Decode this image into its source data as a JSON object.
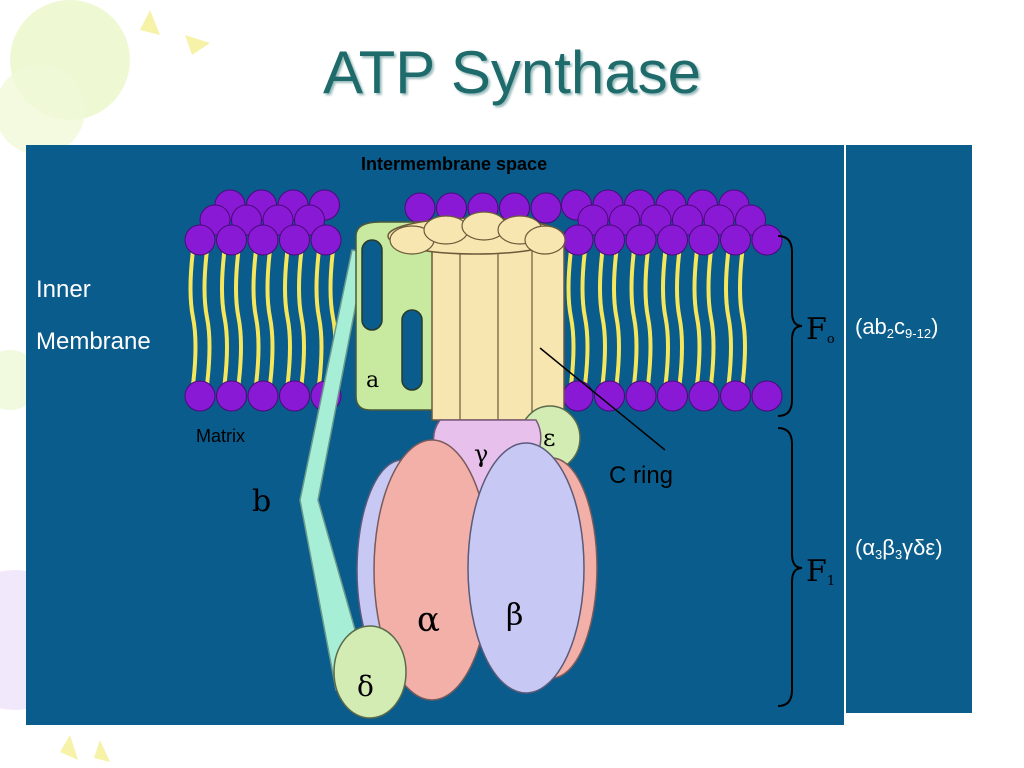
{
  "slide": {
    "title": "ATP Synthase"
  },
  "diagram": {
    "top_label": "Intermembrane space",
    "inner_label": "Inner",
    "membrane_label": "Membrane",
    "matrix_label": "Matrix",
    "c_ring_label": "C ring",
    "subunits": {
      "a": "a",
      "b": "b",
      "gamma": "γ",
      "epsilon": "ε",
      "alpha": "α",
      "beta": "β",
      "delta": "δ"
    },
    "fo": {
      "letter": "F",
      "sub": "o",
      "composition_prefix": "(ab",
      "composition_sub1": "2",
      "composition_mid": "c",
      "composition_sub2": "9-12",
      "composition_suffix": ")"
    },
    "f1": {
      "letter": "F",
      "sub": "1",
      "composition_prefix": "(α",
      "composition_sub1": "3",
      "composition_mid": "β",
      "composition_sub2": "3",
      "composition_suffix": "γδε)"
    }
  },
  "colors": {
    "panel": "#0a5c8c",
    "head_purple": "#8a19d6",
    "tail_yellow": "#f5e65c",
    "c_ring": "#f8e6b0",
    "a_subunit": "#c8eaa0",
    "b_stalk": "#a6eed6",
    "gamma": "#e8c0ec",
    "alpha": "#f2b0a8",
    "beta": "#c8c8f4",
    "delta_epsilon": "#d2ecb4"
  }
}
